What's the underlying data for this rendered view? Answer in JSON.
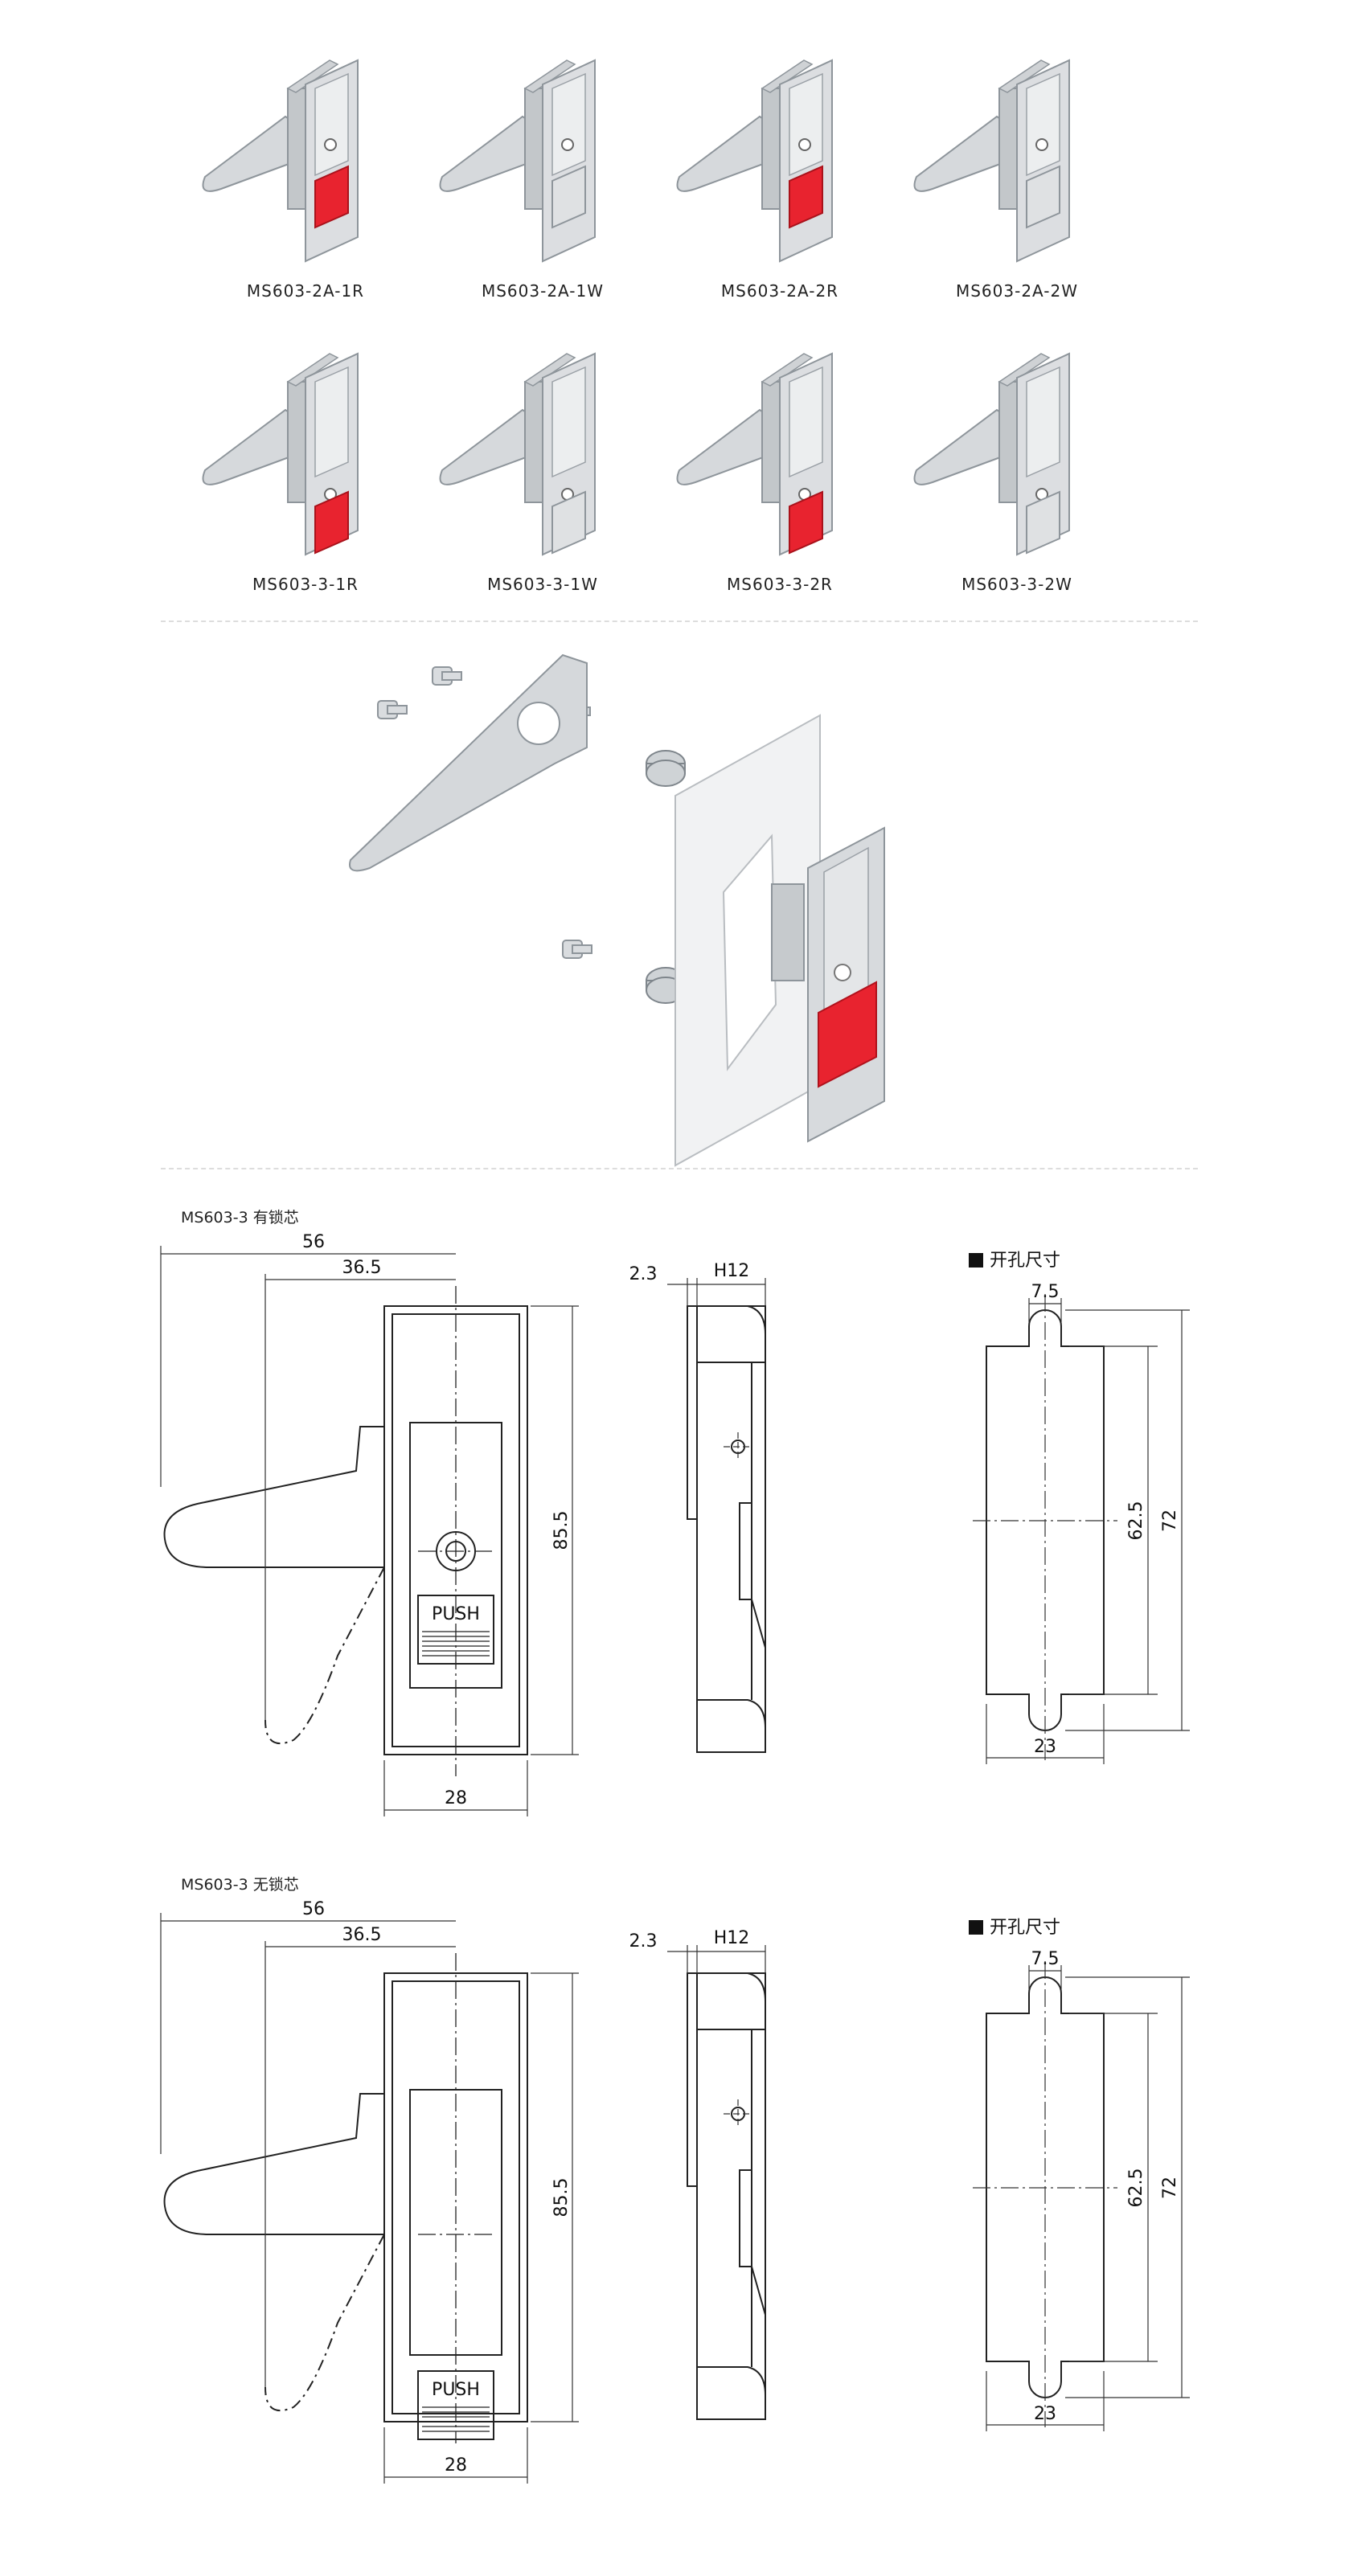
{
  "products": [
    {
      "code": "MS603-2A-1R",
      "button_color": "red"
    },
    {
      "code": "MS603-2A-1W",
      "button_color": "gray"
    },
    {
      "code": "MS603-2A-2R",
      "button_color": "red"
    },
    {
      "code": "MS603-2A-2W",
      "button_color": "gray"
    },
    {
      "code": "MS603-3-1R",
      "button_color": "red"
    },
    {
      "code": "MS603-3-1W",
      "button_color": "gray"
    },
    {
      "code": "MS603-3-2R",
      "button_color": "red"
    },
    {
      "code": "MS603-3-2W",
      "button_color": "gray"
    }
  ],
  "colors": {
    "red_button": "#e8232f",
    "metal": "#d7d9dc",
    "metal_dark": "#9aa0a6"
  },
  "drawings": [
    {
      "title": "MS603-3 有锁芯",
      "dims": {
        "overall_width": "56",
        "handle_offset": "36.5",
        "height": "85.5",
        "body_width": "28",
        "thickness": "2.3",
        "h": "H12"
      },
      "push_label": "PUSH",
      "cutout": {
        "title": "开孔尺寸",
        "top_width": "7.5",
        "inner_height": "62.5",
        "total_height": "72",
        "width": "23"
      }
    },
    {
      "title": "MS603-3 无锁芯",
      "dims": {
        "overall_width": "56",
        "handle_offset": "36.5",
        "height": "85.5",
        "body_width": "28",
        "thickness": "2.3",
        "h": "H12"
      },
      "push_label": "PUSH",
      "cutout": {
        "title": "开孔尺寸",
        "top_width": "7.5",
        "inner_height": "62.5",
        "total_height": "72",
        "width": "23"
      }
    }
  ]
}
